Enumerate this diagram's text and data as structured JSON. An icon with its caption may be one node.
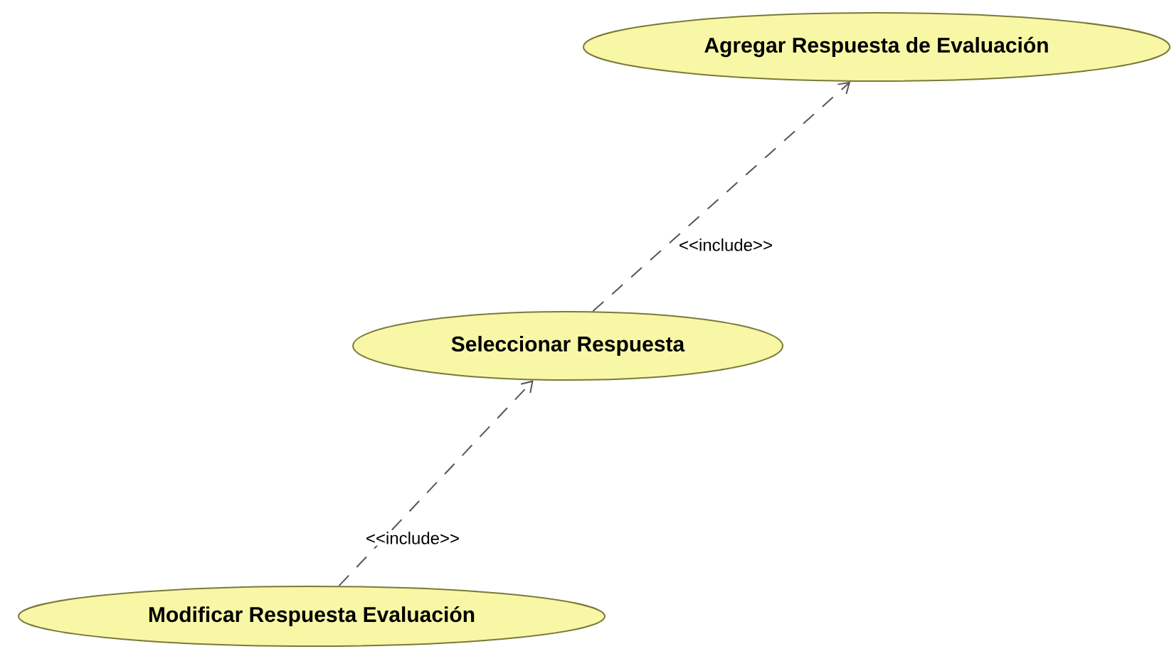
{
  "diagram": {
    "nodes": [
      {
        "text": [
          "Agregar Respuesta de Evaluación"
        ]
      },
      {
        "text": [
          "Seleccionar Respuesta"
        ]
      },
      {
        "text": [
          "Modificar Respuesta Evaluación"
        ]
      }
    ],
    "edges": [
      {
        "from": 2,
        "to": 1,
        "arrow": "to",
        "style": "dashed",
        "label": "<<include>>"
      },
      {
        "from": 1,
        "to": 0,
        "arrow": "to",
        "style": "dashed",
        "label": "<<include>>"
      }
    ]
  }
}
